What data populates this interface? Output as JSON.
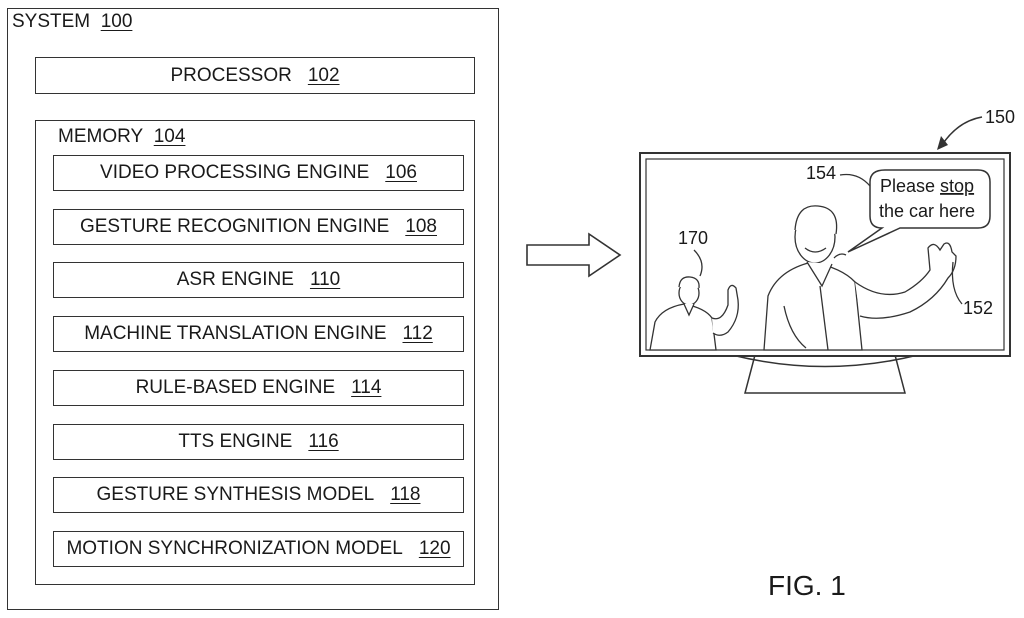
{
  "system": {
    "label": "SYSTEM",
    "ref": "100"
  },
  "processor": {
    "label": "PROCESSOR",
    "ref": "102"
  },
  "memory": {
    "label": "MEMORY",
    "ref": "104",
    "items": [
      {
        "label": "VIDEO PROCESSING ENGINE",
        "ref": "106"
      },
      {
        "label": "GESTURE RECOGNITION ENGINE",
        "ref": "108"
      },
      {
        "label": "ASR ENGINE",
        "ref": "110"
      },
      {
        "label": "MACHINE TRANSLATION ENGINE",
        "ref": "112"
      },
      {
        "label": "RULE-BASED ENGINE",
        "ref": "114"
      },
      {
        "label": "TTS ENGINE",
        "ref": "116"
      },
      {
        "label": "GESTURE SYNTHESIS MODEL",
        "ref": "118"
      },
      {
        "label": "MOTION SYNCHRONIZATION MODEL",
        "ref": "120"
      }
    ]
  },
  "display": {
    "ref": "150",
    "speech_ref": "154",
    "speaker_ref": "152",
    "person_ref": "170",
    "speech_line1": "Please ",
    "speech_emph": "stop",
    "speech_line2": "the car here"
  },
  "figure_label": "FIG. 1"
}
